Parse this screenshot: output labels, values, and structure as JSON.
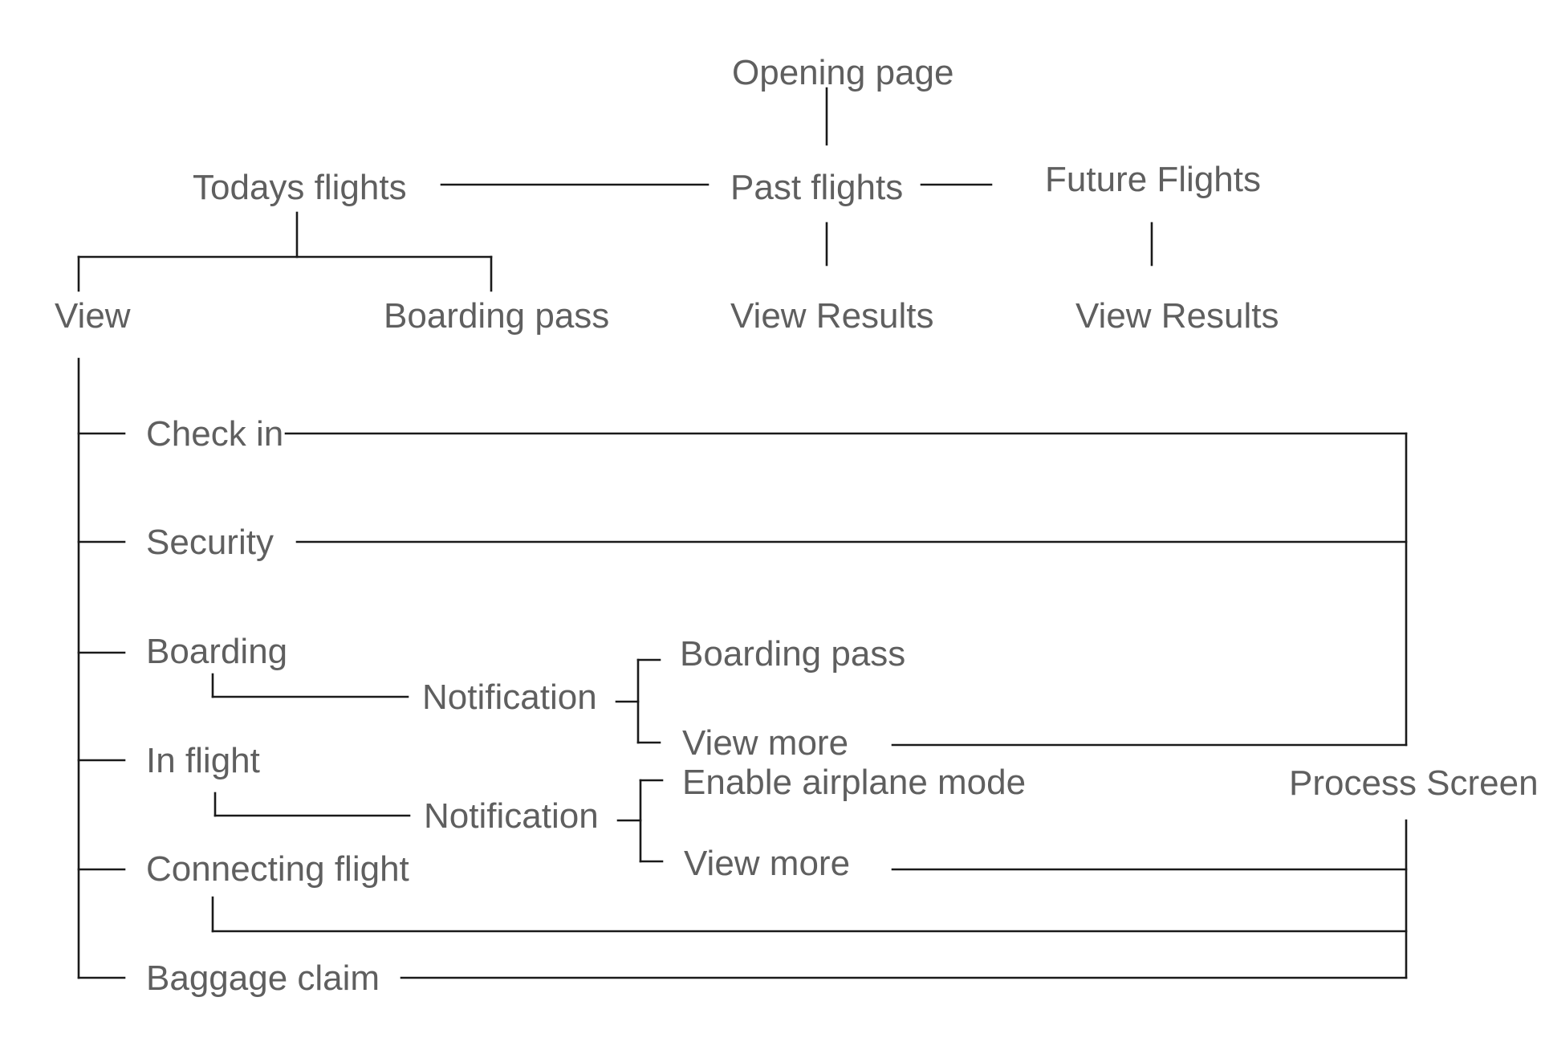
{
  "nodes": {
    "opening_page": "Opening page",
    "todays_flights": "Todays flights",
    "past_flights": "Past flights",
    "future_flights": "Future Flights",
    "view": "View",
    "boarding_pass_top": "Boarding pass",
    "past_view_results": "View Results",
    "future_view_results": "View Results",
    "check_in": "Check in",
    "security": "Security",
    "boarding": "Boarding",
    "boarding_notification": "Notification",
    "boarding_notification_boarding_pass": "Boarding pass",
    "boarding_notification_view_more": "View more",
    "in_flight": "In flight",
    "in_flight_notification": "Notification",
    "enable_airplane_mode": "Enable airplane mode",
    "in_flight_view_more": "View more",
    "process_screen": "Process Screen",
    "connecting_flight": "Connecting flight",
    "baggage_claim": "Baggage claim"
  },
  "colors": {
    "text": "#5f5f5f",
    "line": "#1a1a1a",
    "background": "#ffffff"
  }
}
